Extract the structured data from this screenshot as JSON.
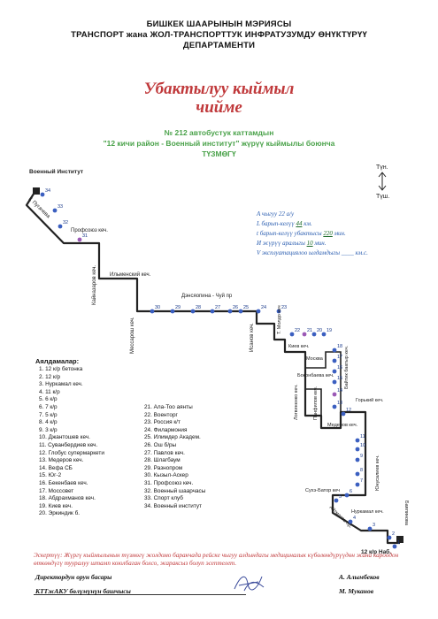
{
  "header": {
    "line1": "БИШКЕК ШААРЫНЫН МЭРИЯСЫ",
    "line2": "ТРАНСПОРТ жана ЖОЛ-ТРАНСПОРТТУК ИНФРАТУЗУМДУ ӨНҮКТҮРҮҮ",
    "line3": "ДЕПАРТАМЕНТИ"
  },
  "title": {
    "line1": "Убактылуу кыймыл",
    "line2": "чийме"
  },
  "subtitle": {
    "line1": "№ 212 автобустук каттамдын",
    "line2": "\"12 кичи район - Военный институт\" жүрүү кыймылы  боюнча",
    "line3": "ТҮЗМӨГҮ"
  },
  "compass": {
    "up": "Түн.",
    "down": "Түш."
  },
  "info": {
    "a_label": "А чыгуу",
    "a_value": "22 а/у",
    "l_label": "L барып-келүү",
    "l_value": "44",
    "l_unit": "км.",
    "t_label": "t барып-келүү убактысы",
    "t_value": "220",
    "t_unit": "мин.",
    "i_label": "И жүрүү аралыгы",
    "i_value": "10",
    "i_unit": "мин.",
    "v_label": "V эксплуатациялоо ылдамдыгы",
    "v_blank": "____",
    "v_unit": "км.с."
  },
  "map_labels": {
    "military_institute": "Военный Институт",
    "pugacheva": "Г. Пугачева",
    "profsoyuz": "Профсоюз кеч.",
    "kainazarov": "Кайназаров кеч.",
    "ilmen": "Ильменский кеч.",
    "messarosha": "Мессарош кеч.",
    "dzhesopina": "Дэнсяопина - Чуй пр",
    "isanov": "Исанов кеч.",
    "t_moldo": "Т. Молдо кеч",
    "kiev": "Киев кеч.",
    "moskva": "Москва",
    "bokonbaev": "Боконбаева кеч.",
    "baitik": "Байтик баатыр кеч.",
    "logvinenko": "Логвиненко кеч.",
    "panfilov": "Панфилов кеч.",
    "gorky": "Горький кеч.",
    "medero": "Медеров кеч.",
    "yunusaliev": "Юнусалиев кеч.",
    "sukhe_bator": "Сухэ-Батор кеч",
    "nurkamal": "Нуркамал кеч.",
    "aitmatov": "Айтматов пр.",
    "bayalinov": "Баялинова",
    "end": "12 к/р Наб."
  },
  "stops_title": "Аялдамалар:",
  "stops_left": [
    "1. 12 к/р бетонка",
    "2. 12 к/р",
    "3. Нуркамал кеч.",
    "4.   11 к/р",
    "5.   6 к/р",
    "6.   7 к/р",
    "7.   5 к/р",
    "8.   4 к/р",
    "9.   3 к/р",
    "10. Джантошев кеч.",
    "11. Суванбердиев кеч.",
    "12. Глобус супермаркети",
    "13. Медеров кеч.",
    "14. Вефа СБ",
    "15. Юг-2",
    "16. Бекенбаев кеч.",
    "17. Моссовет",
    "18. Абдрахманов кеч.",
    "19. Киев кеч.",
    "20. Эркиндик б."
  ],
  "stops_right": [
    "21. Ала-Тоо аянты",
    "22. Военторг",
    "23. Россия к/т",
    "24. Филармония",
    "25. Илимдер Академ.",
    "26. Ош б/ры",
    "27. Павлов кеч.",
    "28. Шлагбаум",
    "29. Разнопром",
    "30. Кызыл-Аскер",
    "31. Профсоюз кеч.",
    "32. Военный шаарчасы",
    "33. Спорт клуб",
    "34. Военный институт"
  ],
  "note": "Эскертүү: Жүргү кыймылынын түзмөгү жолдомо баракчада рейске чыгуу алдындагы медициналык күбөлөндүрүүдөн жана кароодон өткөндүгү тууралуу штамп коюлбаган болсо, жараксыз болуп эсептелет.",
  "signatures": {
    "role1": "Директордун орун басары",
    "name1": "А. Алымбеков",
    "role2": "КТТжАКУ  бөлүмүнүн башчысы",
    "name2": "М. Муканов"
  }
}
